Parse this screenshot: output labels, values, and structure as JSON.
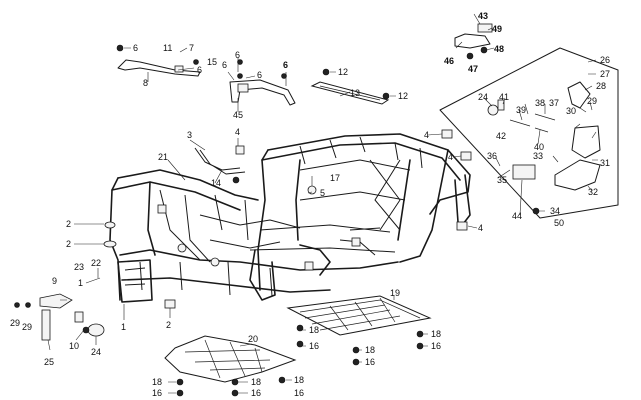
{
  "figure": {
    "callouts": {
      "c1a": "1",
      "c1b": "1",
      "c2a": "2",
      "c2b": "2",
      "c2c": "2",
      "c3": "3",
      "c4a": "4",
      "c4b": "4",
      "c4c": "4",
      "c4d": "4",
      "c5": "5",
      "c6a": "6",
      "c6b": "6",
      "c6c": "6",
      "c6d": "6",
      "c6e": "6",
      "c6f": "6",
      "c7": "7",
      "c8": "8",
      "c9": "9",
      "c10": "10",
      "c11": "11",
      "c12a": "12",
      "c12b": "12",
      "c13": "13",
      "c14": "14",
      "c15": "15",
      "c16a": "16",
      "c16b": "16",
      "c16c": "16",
      "c16d": "16",
      "c16e": "16",
      "c16f": "16",
      "c17": "17",
      "c18a": "18",
      "c18b": "18",
      "c18c": "18",
      "c18d": "18",
      "c18e": "18",
      "c18f": "18",
      "c19": "19",
      "c20": "20",
      "c21": "21",
      "c22": "22",
      "c23": "23",
      "c24a": "24",
      "c24b": "24",
      "c25": "25",
      "c26": "26",
      "c27": "27",
      "c28": "28",
      "c29a": "29",
      "c29b": "29",
      "c29c": "29",
      "c30": "30",
      "c31": "31",
      "c32": "32",
      "c33": "33",
      "c34": "34",
      "c35": "35",
      "c36": "36",
      "c37": "37",
      "c38": "38",
      "c39": "39",
      "c40": "40",
      "c41": "41",
      "c42": "42",
      "c43": "43",
      "c44": "44",
      "c45": "45",
      "c46": "46",
      "c47": "47",
      "c48": "48",
      "c49": "49",
      "c50": "50"
    }
  }
}
